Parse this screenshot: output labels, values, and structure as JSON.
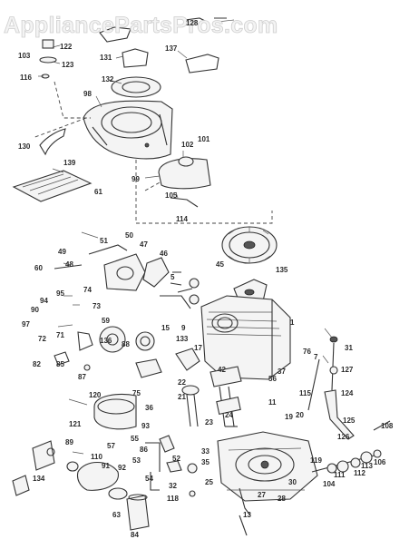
{
  "watermark": "AppliancePartsPros.com",
  "callouts": [
    {
      "id": "c128",
      "text": "128"
    },
    {
      "id": "c122",
      "text": "122"
    },
    {
      "id": "c103",
      "text": "103"
    },
    {
      "id": "c123",
      "text": "123"
    },
    {
      "id": "c116",
      "text": "116"
    },
    {
      "id": "c131",
      "text": "131"
    },
    {
      "id": "c137",
      "text": "137"
    },
    {
      "id": "c132",
      "text": "132"
    },
    {
      "id": "c98",
      "text": "98"
    },
    {
      "id": "c130",
      "text": "130"
    },
    {
      "id": "c102",
      "text": "102"
    },
    {
      "id": "c101",
      "text": "101"
    },
    {
      "id": "c139",
      "text": "139"
    },
    {
      "id": "c99",
      "text": "99"
    },
    {
      "id": "c105",
      "text": "105"
    },
    {
      "id": "c61",
      "text": "61"
    },
    {
      "id": "c114",
      "text": "114"
    },
    {
      "id": "c51",
      "text": "51"
    },
    {
      "id": "c50",
      "text": "50"
    },
    {
      "id": "c47",
      "text": "47"
    },
    {
      "id": "c49",
      "text": "49"
    },
    {
      "id": "c46",
      "text": "46"
    },
    {
      "id": "c48",
      "text": "48"
    },
    {
      "id": "c45",
      "text": "45"
    },
    {
      "id": "c135",
      "text": "135"
    },
    {
      "id": "c60",
      "text": "60"
    },
    {
      "id": "c5",
      "text": "5"
    },
    {
      "id": "c95",
      "text": "95"
    },
    {
      "id": "c74",
      "text": "74"
    },
    {
      "id": "c94",
      "text": "94"
    },
    {
      "id": "c90",
      "text": "90"
    },
    {
      "id": "c73",
      "text": "73"
    },
    {
      "id": "c59",
      "text": "59"
    },
    {
      "id": "c97",
      "text": "97"
    },
    {
      "id": "c1",
      "text": "1"
    },
    {
      "id": "c72",
      "text": "72"
    },
    {
      "id": "c71",
      "text": "71"
    },
    {
      "id": "c15",
      "text": "15"
    },
    {
      "id": "c9",
      "text": "9"
    },
    {
      "id": "c133",
      "text": "133"
    },
    {
      "id": "c17",
      "text": "17"
    },
    {
      "id": "c136",
      "text": "136"
    },
    {
      "id": "c31",
      "text": "31"
    },
    {
      "id": "c82",
      "text": "82"
    },
    {
      "id": "c85",
      "text": "85"
    },
    {
      "id": "c88",
      "text": "88"
    },
    {
      "id": "c76",
      "text": "76"
    },
    {
      "id": "c7",
      "text": "7"
    },
    {
      "id": "c87",
      "text": "87"
    },
    {
      "id": "c42",
      "text": "42"
    },
    {
      "id": "c37",
      "text": "37"
    },
    {
      "id": "c56",
      "text": "56"
    },
    {
      "id": "c127",
      "text": "127"
    },
    {
      "id": "c120",
      "text": "120"
    },
    {
      "id": "c75",
      "text": "75"
    },
    {
      "id": "c22",
      "text": "22"
    },
    {
      "id": "c21",
      "text": "21"
    },
    {
      "id": "c115",
      "text": "115"
    },
    {
      "id": "c124",
      "text": "124"
    },
    {
      "id": "c11",
      "text": "11"
    },
    {
      "id": "c36",
      "text": "36"
    },
    {
      "id": "c23",
      "text": "23"
    },
    {
      "id": "c19",
      "text": "19"
    },
    {
      "id": "c20",
      "text": "20"
    },
    {
      "id": "c24",
      "text": "24"
    },
    {
      "id": "c93",
      "text": "93"
    },
    {
      "id": "c125",
      "text": "125"
    },
    {
      "id": "c121",
      "text": "121"
    },
    {
      "id": "c108",
      "text": "108"
    },
    {
      "id": "c89",
      "text": "89"
    },
    {
      "id": "c57",
      "text": "57"
    },
    {
      "id": "c55",
      "text": "55"
    },
    {
      "id": "c126",
      "text": "126"
    },
    {
      "id": "c86",
      "text": "86"
    },
    {
      "id": "c52",
      "text": "52"
    },
    {
      "id": "c53",
      "text": "53"
    },
    {
      "id": "c33",
      "text": "33"
    },
    {
      "id": "c35",
      "text": "35"
    },
    {
      "id": "c110",
      "text": "110"
    },
    {
      "id": "c119",
      "text": "119"
    },
    {
      "id": "c134",
      "text": "134"
    },
    {
      "id": "c92",
      "text": "92"
    },
    {
      "id": "c30",
      "text": "30"
    },
    {
      "id": "c111",
      "text": "111"
    },
    {
      "id": "c112",
      "text": "112"
    },
    {
      "id": "c113",
      "text": "113"
    },
    {
      "id": "c106",
      "text": "106"
    },
    {
      "id": "c91",
      "text": "91"
    },
    {
      "id": "c54",
      "text": "54"
    },
    {
      "id": "c32",
      "text": "32"
    },
    {
      "id": "c118",
      "text": "118"
    },
    {
      "id": "c25",
      "text": "25"
    },
    {
      "id": "c27",
      "text": "27"
    },
    {
      "id": "c28",
      "text": "28"
    },
    {
      "id": "c104",
      "text": "104"
    },
    {
      "id": "c63",
      "text": "63"
    },
    {
      "id": "c13",
      "text": "13"
    },
    {
      "id": "c84",
      "text": "84"
    }
  ]
}
